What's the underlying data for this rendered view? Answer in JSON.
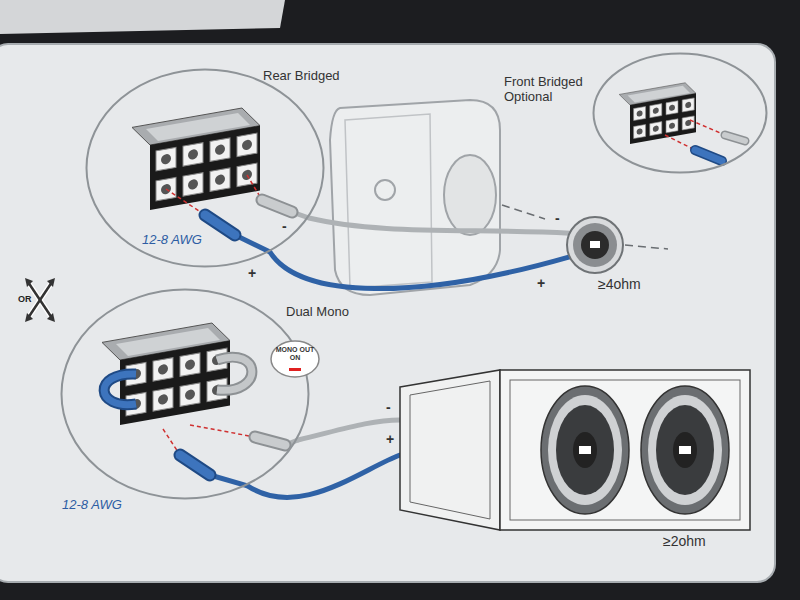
{
  "diagram": {
    "nodes": [
      {
        "text": [
          "Rear Bridged",
          "12-8 AWG"
        ]
      },
      {
        "text": [
          "Front Bridged Optional"
        ]
      },
      {
        "text": [
          "≥4ohm"
        ]
      },
      {
        "text": [
          "Dual Mono",
          "12-8 AWG"
        ]
      },
      {
        "text": [
          "MONO OUT ON"
        ],
        "in": 3
      },
      {
        "text": [
          "≥2ohm"
        ]
      }
    ],
    "edges": [
      {
        "from": 0,
        "to": 2,
        "arrow": "none",
        "label": "-"
      },
      {
        "from": 0,
        "to": 2,
        "arrow": "none",
        "label": "+"
      },
      {
        "from": 3,
        "to": 5,
        "arrow": "none",
        "label": "-"
      },
      {
        "from": 3,
        "to": 5,
        "arrow": "none",
        "label": "+"
      }
    ],
    "labels": [
      "-",
      "+",
      "OR"
    ]
  }
}
